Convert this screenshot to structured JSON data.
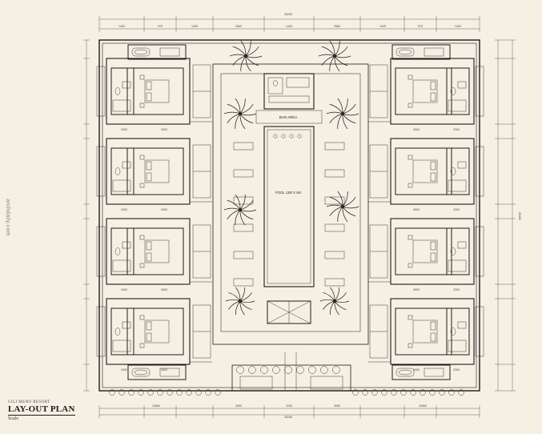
{
  "labels": {
    "bar_area": "BAR AREA",
    "pool": "POOL 12M X 4M",
    "project_name": "GILI MENO RESORT",
    "plan_title": "LAY-OUT PLAN",
    "scale": "Scale",
    "side_credit": "archdaily.com"
  },
  "dimensions": {
    "top_overall": "30240",
    "top_segments": [
      "1420",
      "975",
      "1425",
      "2660",
      "1425",
      "2660",
      "1425",
      "975",
      "1420"
    ],
    "bottom_overall": "30240",
    "bottom_segments": [
      "10560",
      "3090",
      "3150",
      "3090",
      "10560"
    ],
    "right_overall": "26480",
    "room_widths": [
      "2300",
      "3000",
      "3000",
      "2300"
    ]
  },
  "colors": {
    "background": "#f6efe3",
    "ink": "#1c1c1c",
    "fine_ink": "#3a3a3a"
  }
}
